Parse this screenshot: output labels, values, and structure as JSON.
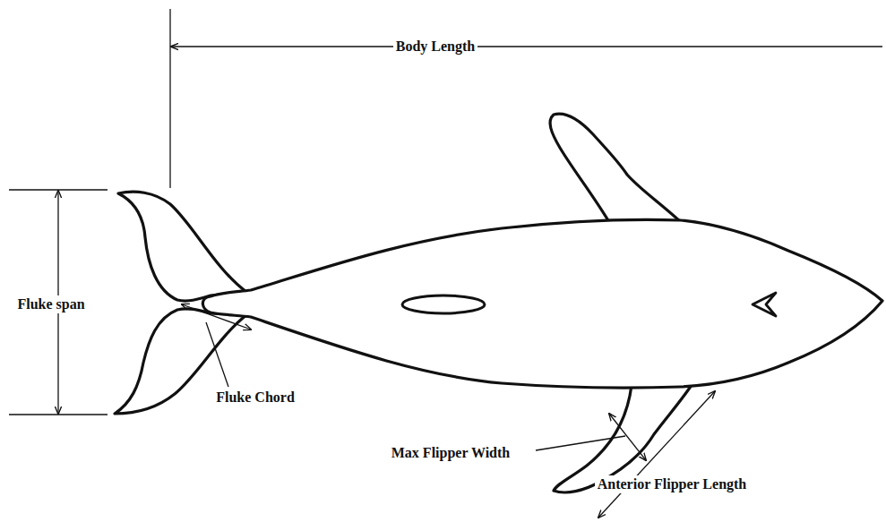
{
  "diagram": {
    "labels": [
      "Body Length",
      "Fluke span",
      "Fluke Chord",
      "Max Flipper Width",
      "Anterior Flipper Length"
    ]
  }
}
